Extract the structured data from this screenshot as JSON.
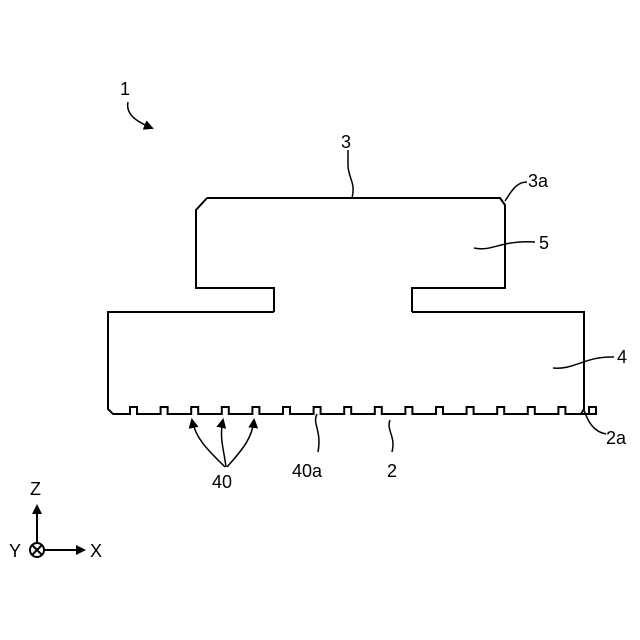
{
  "figure": {
    "labels": {
      "device": "1",
      "upper_member": "3",
      "upper_corner": "3a",
      "upper_body": "5",
      "lower_body": "4",
      "bottom_surface": "2",
      "bottom_corner": "2a",
      "grooves": "40",
      "groove_bottom": "40a"
    },
    "axes": {
      "z": "Z",
      "x": "X",
      "y": "Y"
    }
  }
}
